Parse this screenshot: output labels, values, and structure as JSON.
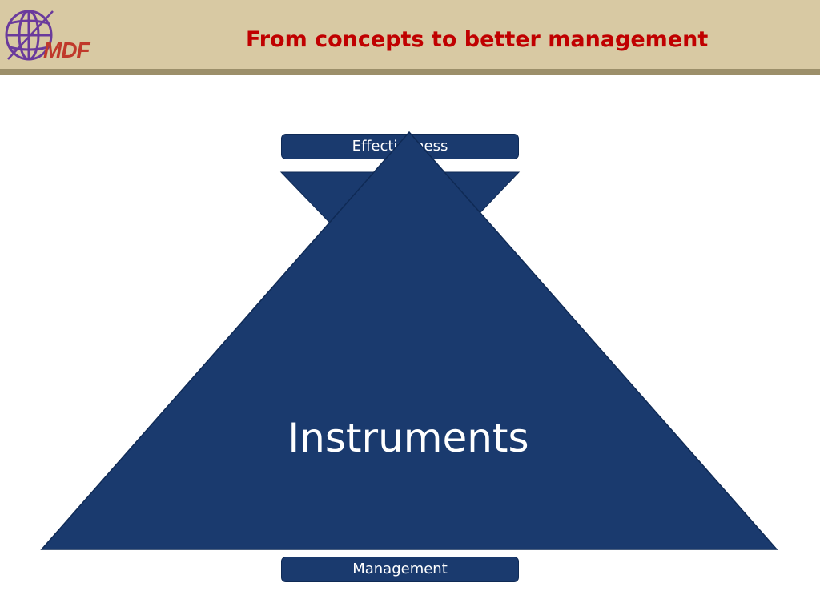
{
  "header": {
    "logo_text": "MDF",
    "title": "From concepts to better management"
  },
  "diagram": {
    "top_box_label": "Effectiveness",
    "center_label": "Instruments",
    "bottom_box_label": "Management"
  },
  "colors": {
    "header_band": "#d8c9a3",
    "header_rule": "#9c8f6a",
    "title": "#c00000",
    "logo": "#c0392b",
    "shape_fill": "#1a3a6e",
    "shape_stroke": "#0f2a55",
    "globe": "#6a3a9c"
  },
  "icons": {
    "logo_mark": "globe-icon"
  }
}
